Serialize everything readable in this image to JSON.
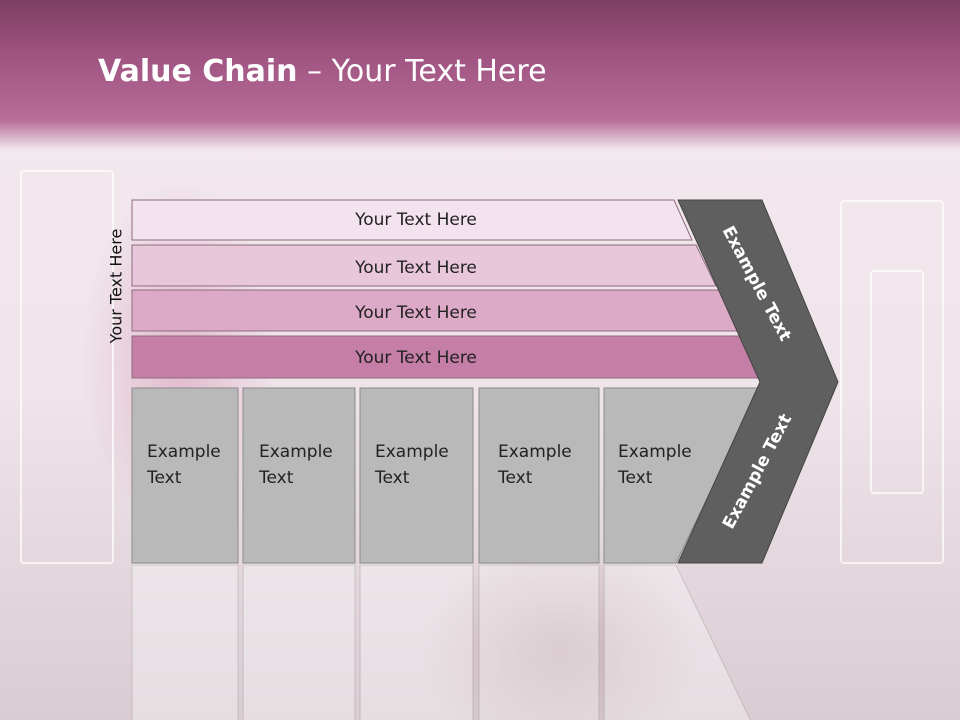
{
  "slide": {
    "title_bold": "Value Chain",
    "title_rest": " – Your Text Here",
    "side_label": "Your Text Here"
  },
  "rows": [
    {
      "label": "Your Text Here",
      "color": "#f3e3ee"
    },
    {
      "label": "Your Text Here",
      "color": "#e9c7da"
    },
    {
      "label": "Your Text Here",
      "color": "#dcaac6"
    },
    {
      "label": "Your Text Here",
      "color": "#c57ea5"
    }
  ],
  "activities": [
    {
      "label": "Example\nText"
    },
    {
      "label": "Example\nText"
    },
    {
      "label": "Example\nText"
    },
    {
      "label": "Example\nText"
    },
    {
      "label": "Example\nText"
    }
  ],
  "margin": {
    "top_label": "Example Text",
    "bottom_label": "Example Text",
    "color": "#5f5f5f"
  },
  "colors": {
    "header": "#9e5280",
    "box_fill": "#b9b9b9",
    "box_stroke": "#8a8a8a"
  }
}
